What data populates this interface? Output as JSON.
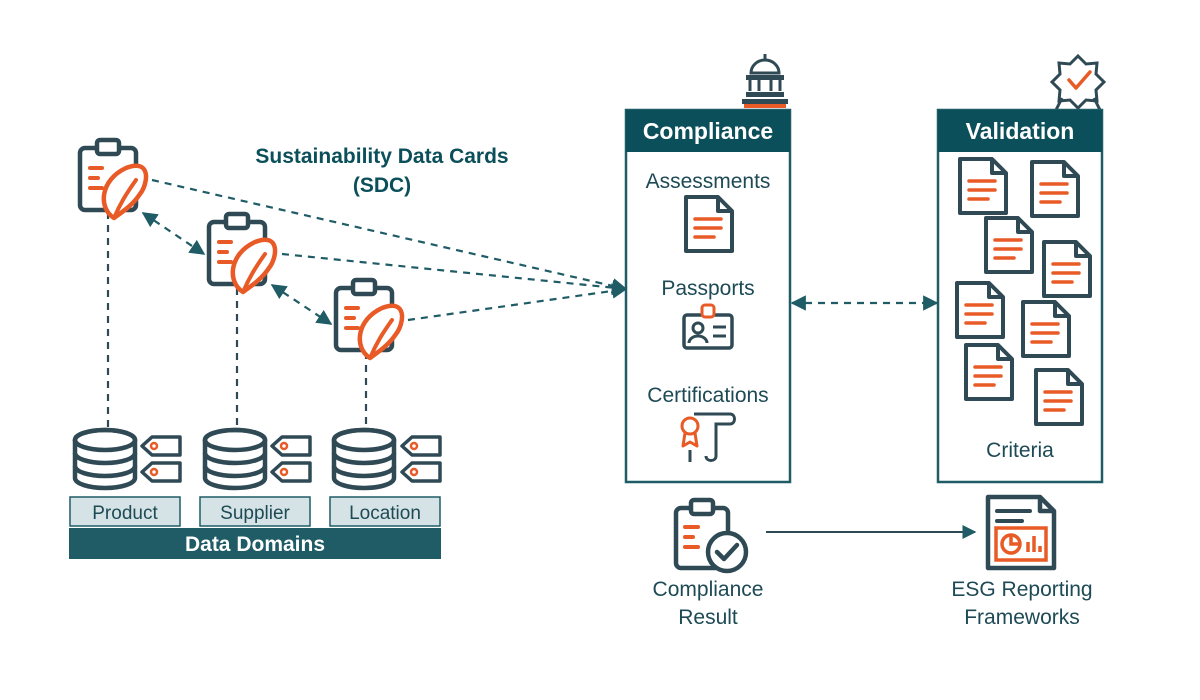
{
  "title": {
    "line1": "Sustainability Data Cards",
    "line2": "(SDC)"
  },
  "domains": {
    "items": [
      "Product",
      "Supplier",
      "Location"
    ],
    "footer": "Data Domains"
  },
  "compliance": {
    "header": "Compliance",
    "items": [
      "Assessments",
      "Passports",
      "Certifications"
    ]
  },
  "validation": {
    "header": "Validation",
    "footer": "Criteria"
  },
  "result": {
    "line1": "Compliance",
    "line2": "Result"
  },
  "esg": {
    "line1": "ESG Reporting",
    "line2": "Frameworks"
  },
  "colors": {
    "teal": "#1f5c66",
    "header": "#0b4f5a",
    "orange": "#e85a26",
    "light": "#d6e3e6"
  },
  "icons": [
    "clipboard-leaf-icon",
    "database-icon",
    "tag-icon",
    "capitol-icon",
    "award-ribbon-icon",
    "document-icon",
    "id-badge-icon",
    "certificate-icon",
    "clipboard-check-icon",
    "report-chart-icon"
  ]
}
